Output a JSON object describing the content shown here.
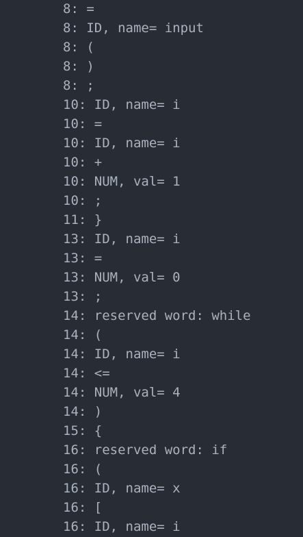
{
  "output": {
    "lines": [
      "8: =",
      "8: ID, name= input",
      "8: (",
      "8: )",
      "8: ;",
      "10: ID, name= i",
      "10: =",
      "10: ID, name= i",
      "10: +",
      "10: NUM, val= 1",
      "10: ;",
      "11: }",
      "13: ID, name= i",
      "13: =",
      "13: NUM, val= 0",
      "13: ;",
      "14: reserved word: while",
      "14: (",
      "14: ID, name= i",
      "14: <=",
      "14: NUM, val= 4",
      "14: )",
      "15: {",
      "16: reserved word: if",
      "16: (",
      "16: ID, name= x",
      "16: [",
      "16: ID, name= i"
    ]
  }
}
